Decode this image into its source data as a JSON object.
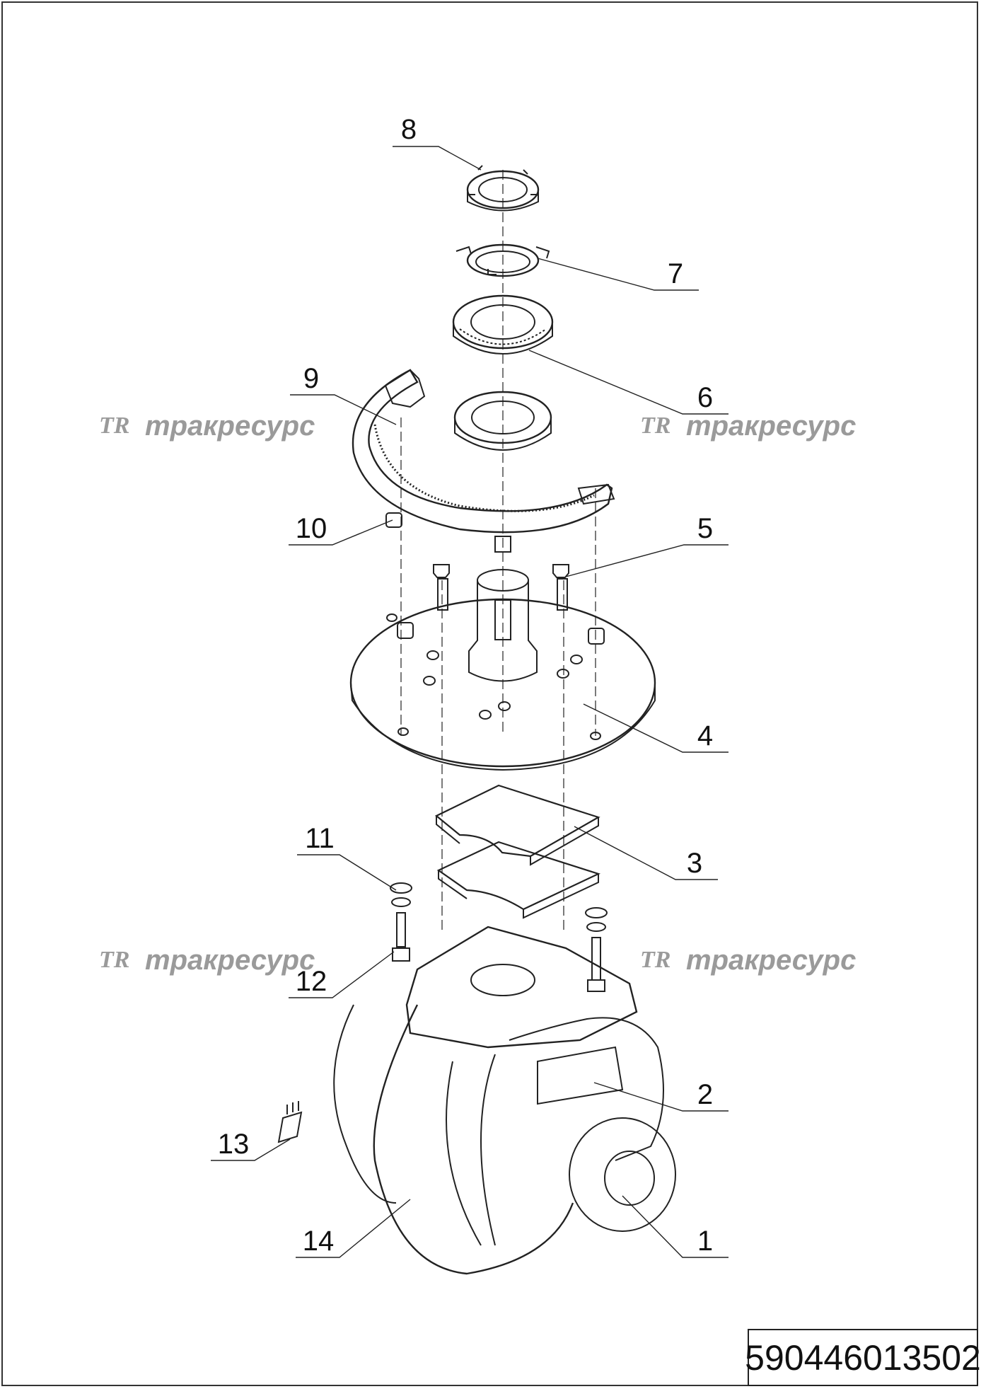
{
  "watermark": {
    "logo": "TR",
    "text": "тракресурс"
  },
  "part_number": "590446013502",
  "callouts": [
    "1",
    "2",
    "3",
    "4",
    "5",
    "6",
    "7",
    "8",
    "9",
    "10",
    "11",
    "12",
    "13",
    "14"
  ]
}
